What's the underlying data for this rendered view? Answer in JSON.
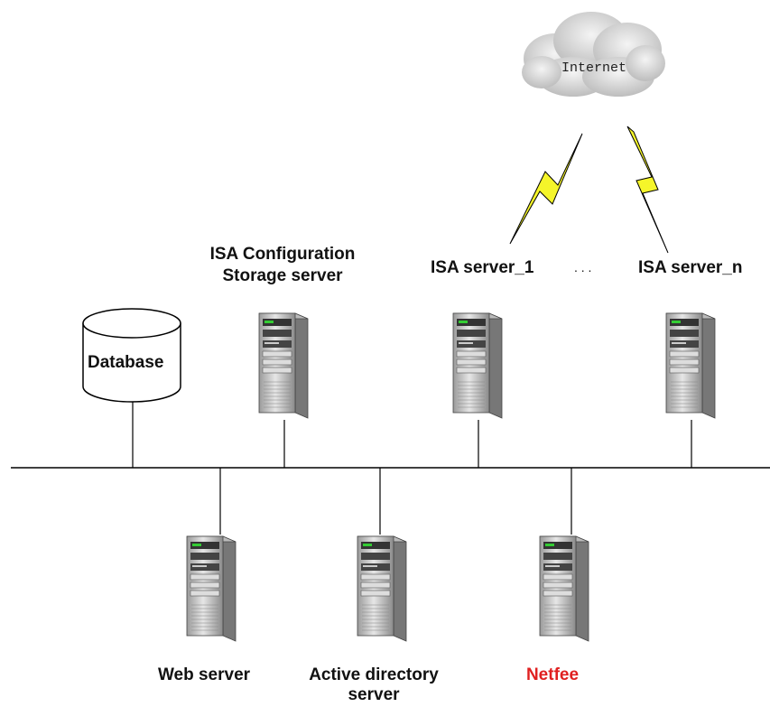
{
  "colors": {
    "line": "#000000",
    "bolt_fill": "#f5f52a",
    "cloud_fill": "#d9d9d9",
    "netfee_label": "#e02020",
    "server_body": "#cfcfcf",
    "server_dark": "#555555"
  },
  "cloud": {
    "label": "Internet",
    "icon": "cloud-icon"
  },
  "database": {
    "label": "Database",
    "icon": "database-cylinder-icon"
  },
  "top_servers": [
    {
      "label_line1": "ISA Configuration",
      "label_line2": "Storage server",
      "icon": "server-tower-icon"
    },
    {
      "label": "ISA server_1",
      "icon": "server-tower-icon"
    },
    {
      "label": "ISA server_n",
      "icon": "server-tower-icon"
    }
  ],
  "ellipsis": ". . .",
  "bottom_servers": [
    {
      "label": "Web server",
      "icon": "server-tower-icon"
    },
    {
      "label_line1": "Active directory",
      "label_line2": "server",
      "icon": "server-tower-icon"
    },
    {
      "label": "Netfee",
      "icon": "server-tower-icon"
    }
  ],
  "links": {
    "internet_to_isa": "lightning-bolt-icon"
  }
}
